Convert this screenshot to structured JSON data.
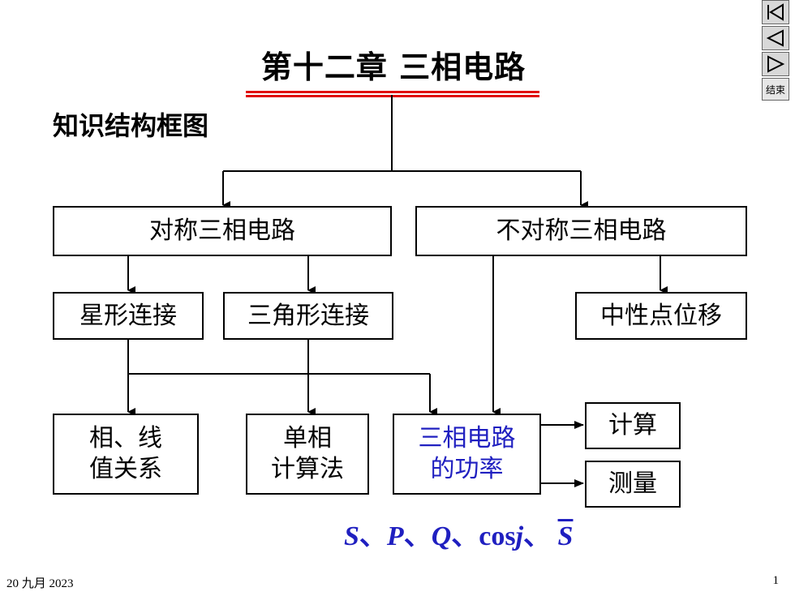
{
  "title": "第十二章  三相电路",
  "subtitle": "知识结构框图",
  "boxes": {
    "symmetric": "对称三相电路",
    "asymmetric": "不对称三相电路",
    "star": "星形连接",
    "delta": "三角形连接",
    "neutral_shift": "中性点位移",
    "phase_line_l1": "相、线",
    "phase_line_l2": "值关系",
    "single_phase_l1": "单相",
    "single_phase_l2": "计算法",
    "power_l1": "三相电路",
    "power_l2": "的功率",
    "calc": "计算",
    "measure": "测量"
  },
  "formula": {
    "s": "S",
    "sep": "、",
    "p": "P",
    "q": "Q",
    "cos": "cos",
    "phi": "j",
    "s_complex": "S"
  },
  "footer": {
    "date": "20 九月 2023",
    "page": "1"
  },
  "nav": {
    "end_label": "结束"
  },
  "colors": {
    "underline": "#e00000",
    "highlight": "#1f1fc0"
  }
}
